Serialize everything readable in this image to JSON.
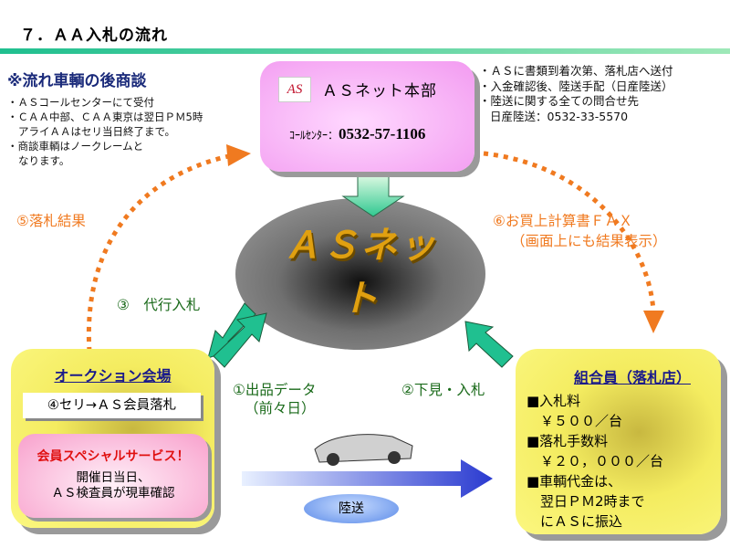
{
  "title": "７．ＡＡ入札の流れ",
  "note": {
    "heading": "※流れ車輌の後商談",
    "lines": [
      "・ＡＳコールセンターにて受付",
      "・ＣＡＡ中部、ＣＡＡ東京は翌日ＰＭ5時",
      "アライＡＡはセリ当日終了まで。",
      "・商談車輌はノークレームと",
      "なります。"
    ]
  },
  "hq": {
    "logo": "AS",
    "name": "ＡＳネット本部",
    "call_label": "ｺｰﾙｾﾝﾀｰ：",
    "phone": "0532-57-1106"
  },
  "hq_notes": [
    "・ＡＳに書類到着次第、落札店へ送付",
    "・入金確認後、陸送手配（日産陸送）",
    "・陸送に関する全ての問合せ先",
    "日産陸送：0532-33-5570"
  ],
  "center": "ＡＳネット",
  "steps": {
    "s1a": "①出品データ",
    "s1b": "（前々日）",
    "s2": "②下見・入札",
    "s3": "③　代行入札",
    "s5": "⑤落札結果",
    "s6a": "⑥お買上計算書ＦＡＸ",
    "s6b": "（画面上にも結果表示）"
  },
  "auction": {
    "title": "オークション会場",
    "step": "④セリ→ＡＳ会員落札",
    "special_title": "会員スペシャルサービス！",
    "special_lines": [
      "開催日当日、",
      "ＡＳ検査員が現車確認"
    ]
  },
  "member": {
    "title": "組合員（落札店）",
    "lines": [
      "■入札料",
      "　￥５００／台",
      "■落札手数料",
      "　￥２０，０００／台",
      "■車輌代金は、",
      "　翌日ＰＭ2時まで",
      "　にＡＳに振込"
    ]
  },
  "transport": "陸送",
  "colors": {
    "orange": "#f07a20",
    "green_arrow": "#20c090",
    "navy": "#1a1a8a"
  }
}
